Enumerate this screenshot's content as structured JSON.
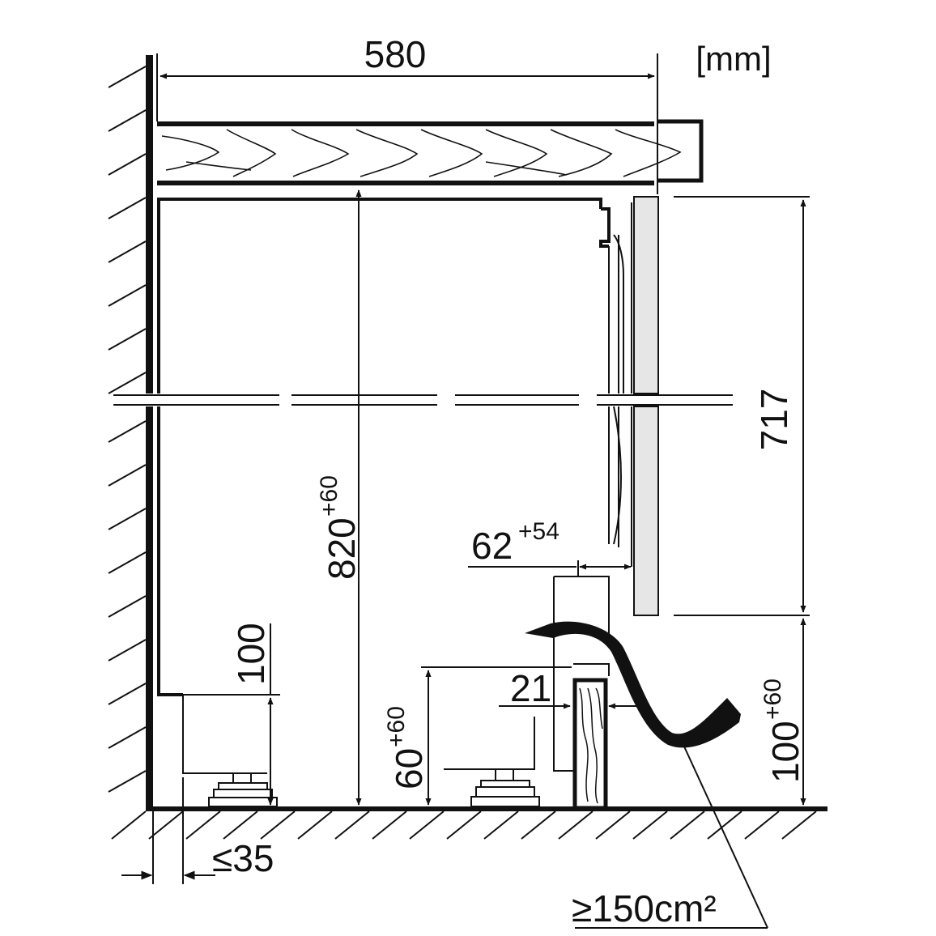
{
  "unit_label": "[mm]",
  "dimensions": {
    "depth": "580",
    "door_height": "717",
    "niche_height": {
      "base": "820",
      "tolerance": "+60"
    },
    "plinth_depth": {
      "base": "62",
      "tolerance": "+54"
    },
    "base_clearance": "100",
    "foot_height": {
      "base": "60",
      "tolerance": "+60"
    },
    "plinth_height": {
      "base": "100",
      "tolerance": "+60"
    },
    "plinth_thickness": "21",
    "wall_gap": "≤35",
    "vent_area": "≥150cm²"
  },
  "colors": {
    "ink": "#111111",
    "door_panel": "#e6e6e6",
    "background": "#ffffff"
  }
}
